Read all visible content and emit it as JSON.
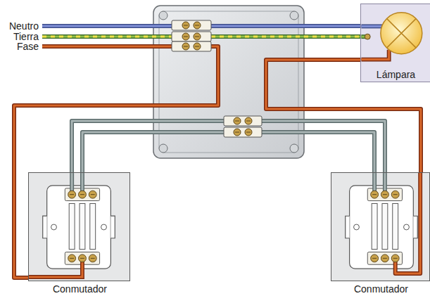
{
  "diagram": {
    "nodes": [
      {
        "text": [
          "Lámpara"
        ]
      },
      {
        "text": [
          "Conmutador"
        ]
      },
      {
        "text": [
          "Conmutador"
        ]
      }
    ],
    "edges": [
      {
        "from": 1,
        "to": 2,
        "arrow": "none"
      },
      {
        "from": 1,
        "to": 2,
        "arrow": "none"
      },
      {
        "from": 2,
        "to": 0,
        "arrow": "none"
      }
    ],
    "labels": [
      "Neutro",
      "Tierra",
      "Fase"
    ]
  }
}
